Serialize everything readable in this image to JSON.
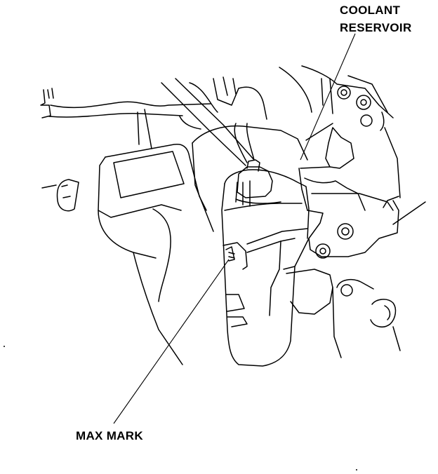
{
  "labels": {
    "coolant_reservoir_line1": "COOLANT",
    "coolant_reservoir_line2": "RESERVOIR",
    "max_mark": "MAX MARK"
  }
}
